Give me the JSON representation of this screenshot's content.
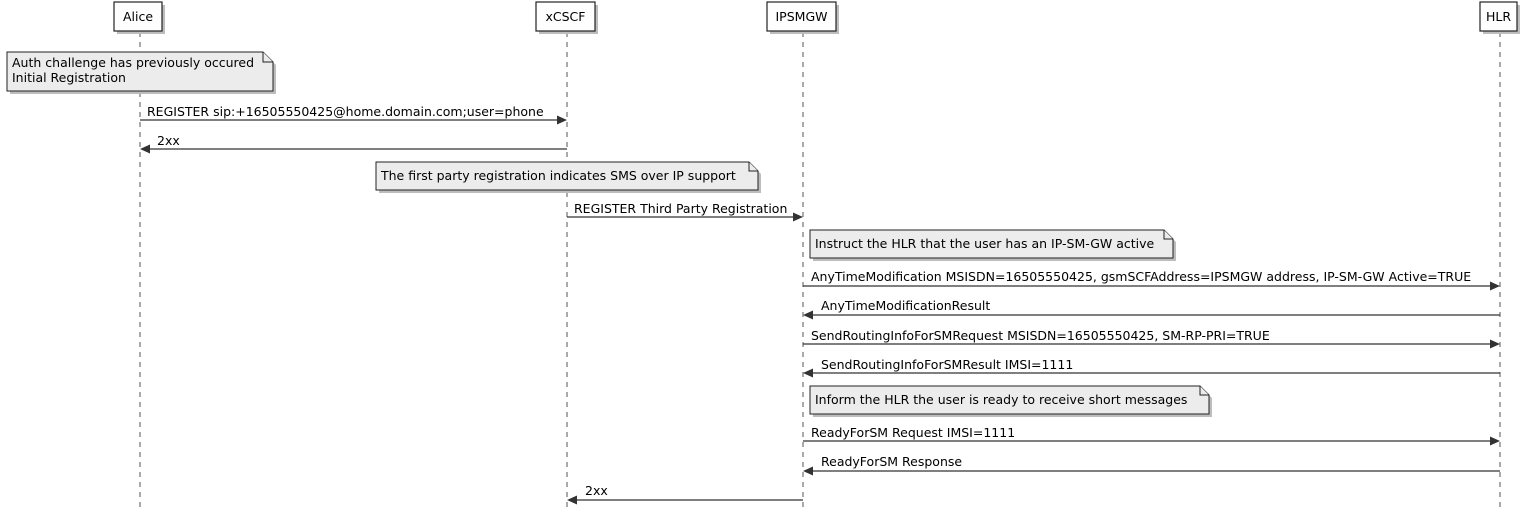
{
  "participants": [
    {
      "id": "alice",
      "label": "Alice"
    },
    {
      "id": "xcscf",
      "label": "xCSCF"
    },
    {
      "id": "ipsmgw",
      "label": "IPSMGW"
    },
    {
      "id": "hlr",
      "label": "HLR"
    }
  ],
  "notes": [
    {
      "id": "note-auth",
      "lines": [
        "Auth challenge has previously occured",
        "Initial Registration"
      ]
    },
    {
      "id": "note-first-party",
      "lines": [
        "The first party registration indicates SMS over IP support"
      ]
    },
    {
      "id": "note-instruct-hlr",
      "lines": [
        "Instruct the HLR that the user has an IP-SM-GW active"
      ]
    },
    {
      "id": "note-inform-hlr",
      "lines": [
        "Inform the HLR the user is ready to receive short messages"
      ]
    }
  ],
  "messages": [
    {
      "id": "msg-register",
      "from": "alice",
      "to": "xcscf",
      "label": "REGISTER sip:+16505550425@home.domain.com;user=phone"
    },
    {
      "id": "msg-2xx-1",
      "from": "xcscf",
      "to": "alice",
      "label": "2xx"
    },
    {
      "id": "msg-third-party",
      "from": "xcscf",
      "to": "ipsmgw",
      "label": "REGISTER Third Party Registration"
    },
    {
      "id": "msg-atm",
      "from": "ipsmgw",
      "to": "hlr",
      "label": "AnyTimeModification MSISDN=16505550425, gsmSCFAddress=IPSMGW address, IP-SM-GW Active=TRUE"
    },
    {
      "id": "msg-atm-result",
      "from": "hlr",
      "to": "ipsmgw",
      "label": "AnyTimeModificationResult"
    },
    {
      "id": "msg-sri",
      "from": "ipsmgw",
      "to": "hlr",
      "label": "SendRoutingInfoForSMRequest MSISDN=16505550425, SM-RP-PRI=TRUE"
    },
    {
      "id": "msg-sri-result",
      "from": "hlr",
      "to": "ipsmgw",
      "label": "SendRoutingInfoForSMResult IMSI=1111"
    },
    {
      "id": "msg-ready",
      "from": "ipsmgw",
      "to": "hlr",
      "label": "ReadyForSM Request IMSI=1111"
    },
    {
      "id": "msg-ready-resp",
      "from": "hlr",
      "to": "ipsmgw",
      "label": "ReadyForSM Response"
    },
    {
      "id": "msg-2xx-2",
      "from": "ipsmgw",
      "to": "xcscf",
      "label": "2xx"
    }
  ]
}
